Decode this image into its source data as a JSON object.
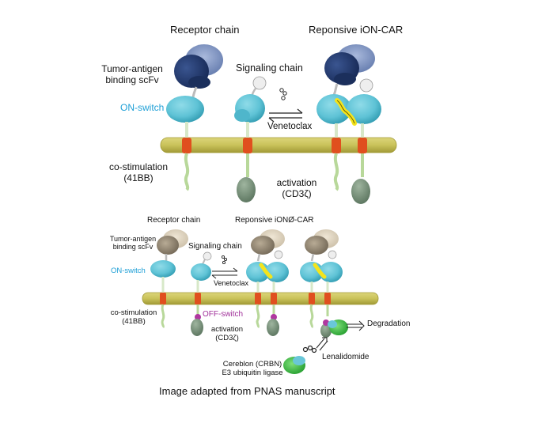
{
  "colors": {
    "membrane": "#c9c25a",
    "membrane_dark": "#9f9832",
    "switch": "#5fc3d6",
    "switch_dark": "#2f9ab0",
    "scfv_dark": "#1e3366",
    "scfv_light": "#6f86b8",
    "scfv_tan_dark": "#8d8170",
    "scfv_tan_light": "#d8cdb8",
    "tm_orange": "#e04f1e",
    "costim_green": "#b8d89a",
    "cd3z_green": "#6f8a72",
    "drug_yellow": "#f4e41c",
    "off_switch": "#b0379f",
    "crbn_green": "#34b23a",
    "crbn_cyan": "#69c7d8",
    "text_cyan": "#1e9fd6",
    "text_magenta": "#a0309a"
  },
  "top_panel": {
    "receptor_chain": "Receptor chain",
    "responsive_title": "Reponsive iON-CAR",
    "tumor_antigen_1": "Tumor-antigen",
    "tumor_antigen_2": "binding scFv",
    "signaling_chain": "Signaling chain",
    "on_switch": "ON-switch",
    "venetoclax": "Venetoclax",
    "costim_1": "co-stimulation",
    "costim_2": "(41BB)",
    "activation_1": "activation",
    "activation_2": "(CD3ζ)"
  },
  "bottom_panel": {
    "receptor_chain": "Receptor chain",
    "responsive_title": "Reponsive iONØ-CAR",
    "tumor_antigen_1": "Tumor-antigen",
    "tumor_antigen_2": "binding scFv",
    "signaling_chain": "Signaling chain",
    "on_switch": "ON-switch",
    "venetoclax": "Venetoclax",
    "off_switch": "OFF-switch",
    "costim_1": "co-stimulation",
    "costim_2": "(41BB)",
    "activation_1": "activation",
    "activation_2": "(CD3ζ)",
    "degradation": "Degradation",
    "lenalidomide": "Lenalidomide",
    "crbn_1": "Cereblon (CRBN)",
    "crbn_2": "E3 ubiquitin ligase"
  },
  "caption": "Image adapted from PNAS manuscript"
}
